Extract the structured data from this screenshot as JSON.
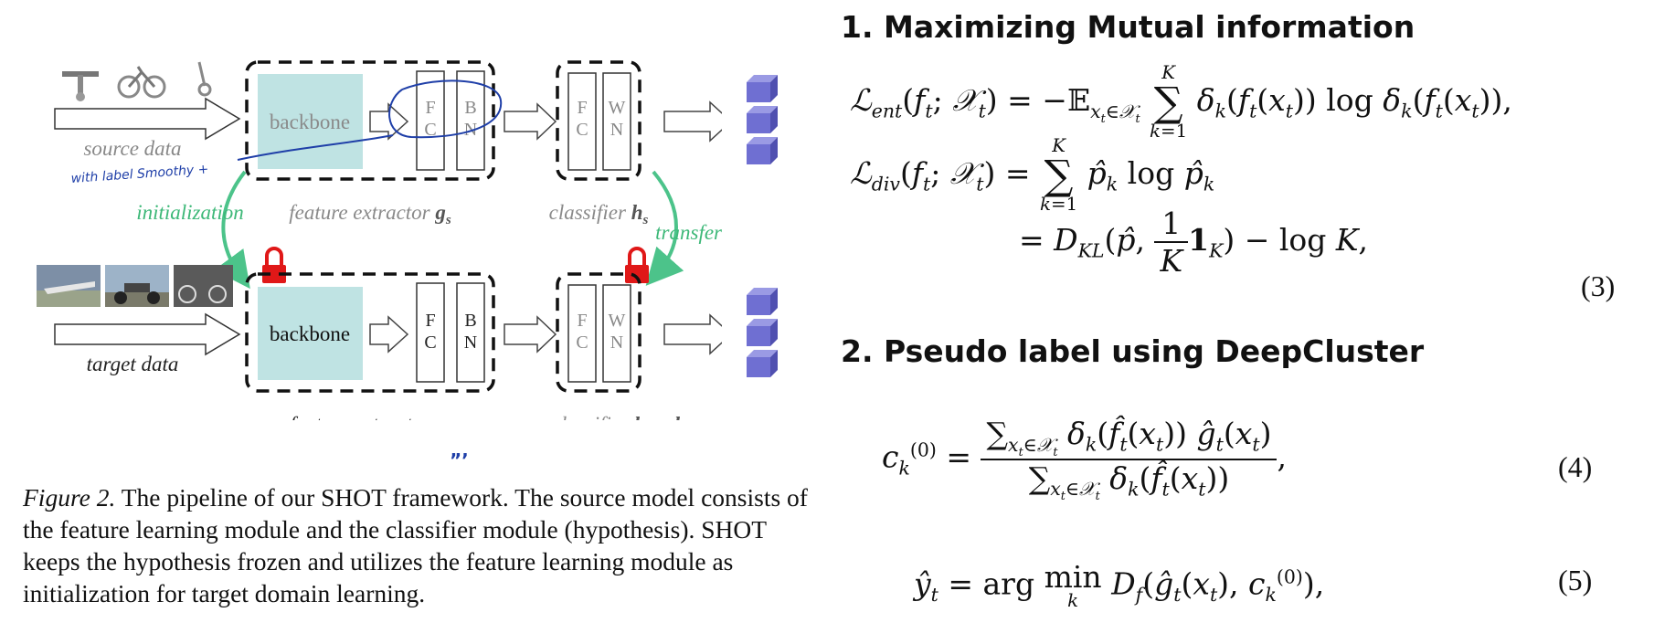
{
  "figure": {
    "source_data_label": "source data",
    "target_data_label": "target data",
    "handwritten_note": "with label Smoothy +",
    "backbone_label": "backbone",
    "fc_label": [
      "F",
      "C"
    ],
    "bn_label": [
      "B",
      "N"
    ],
    "wn_label": [
      "W",
      "N"
    ],
    "initialization_label": "initialization",
    "transfer_label": "transfer",
    "feature_extractor_text": "feature extractor",
    "g_symbol": "g",
    "g_source_sub": "s",
    "g_target_sub": "t",
    "classifier_text": "classifier",
    "h_symbol": "h",
    "h_source_sub": "s",
    "h_target_sub": "t",
    "equals": "=",
    "mark": "”’"
  },
  "caption": {
    "figure_label": "Figure 2.",
    "text": " The pipeline of our SHOT framework. The source model consists of the feature learning module and the classifier module (hypothesis). SHOT keeps the hypothesis frozen and utilizes the feature learning module as initialization for target domain learning."
  },
  "section1": {
    "heading": "1. Maximizing Mutual information",
    "eq_number": "(3)"
  },
  "section2": {
    "heading": "2. Pseudo label using DeepCluster",
    "eq4_number": "(4)",
    "eq5_number": "(5)"
  },
  "colors": {
    "backbone_fill": "#bfe3e3",
    "arrow_green": "#4cc38a",
    "lock_red": "#e01818",
    "cube_purple": "#6f6fd2",
    "note_blue": "#1f3fa8",
    "gray_text": "#8a8a8a"
  },
  "icons": [
    "drone-icon",
    "bicycle-icon",
    "scooter-icon",
    "airplane-photo",
    "motorcycle-photo",
    "bike-photo",
    "lock-icon",
    "cube-icon"
  ]
}
